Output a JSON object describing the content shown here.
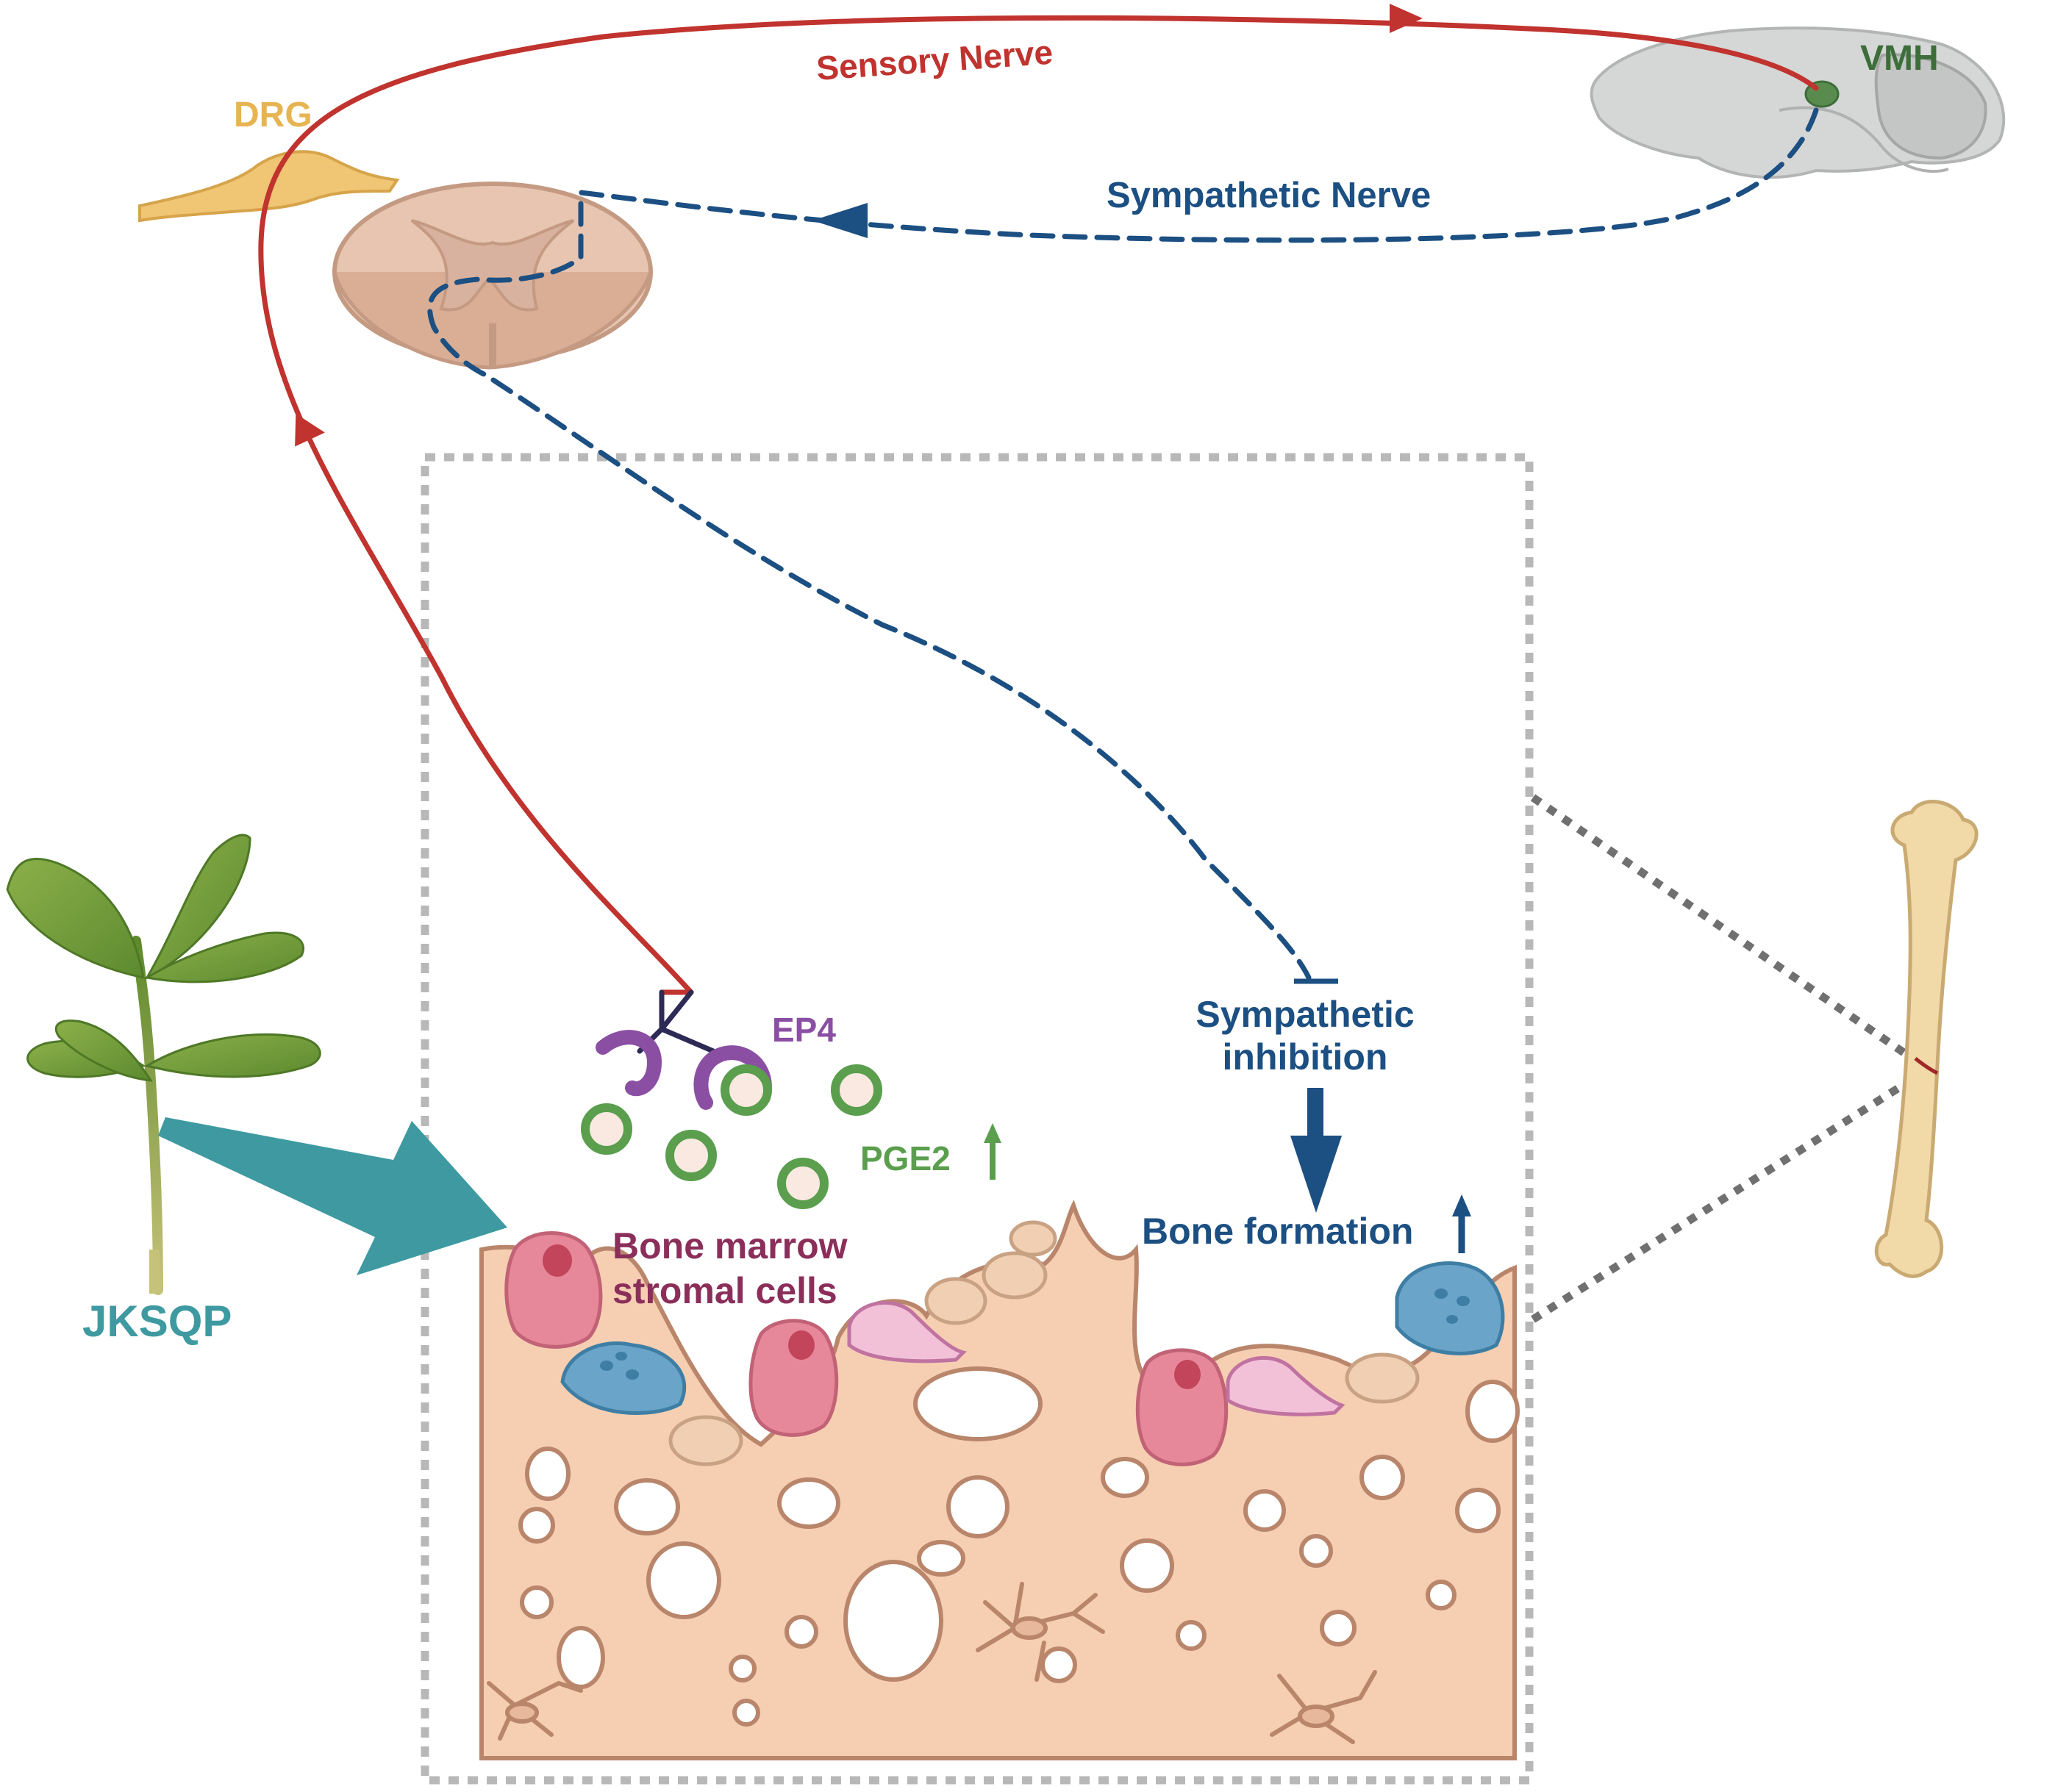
{
  "labels": {
    "sensory_nerve": "Sensory Nerve",
    "sympathetic_nerve": "Sympathetic Nerve",
    "drg": "DRG",
    "vmh": "VMH",
    "ep4": "EP4",
    "pge2": "PGE2",
    "sympathetic_inhibition_line1": "Sympathetic",
    "sympathetic_inhibition_line2": "inhibition",
    "bone_formation": "Bone formation",
    "bmsc_line1": "Bone marrow",
    "bmsc_line2": "stromal cells",
    "jksqp": "JKSQP"
  },
  "colors": {
    "sensory": "#c0332e",
    "sympathetic": "#1c4f82",
    "drg": "#e6b452",
    "vmh": "#3d6e3a",
    "ep4": "#8a4fa3",
    "pge2": "#5a9e4e",
    "bmsc": "#8b2f5a",
    "jksqp": "#3e9aa0",
    "bone": "#f6cfb3",
    "bone_edge": "#b9866b",
    "frame": "#b8b8b8"
  },
  "icons": {
    "spinal_cord": "spinal-cord-icon",
    "brain": "brain-icon",
    "plant": "plant-icon",
    "femur": "femur-icon"
  }
}
